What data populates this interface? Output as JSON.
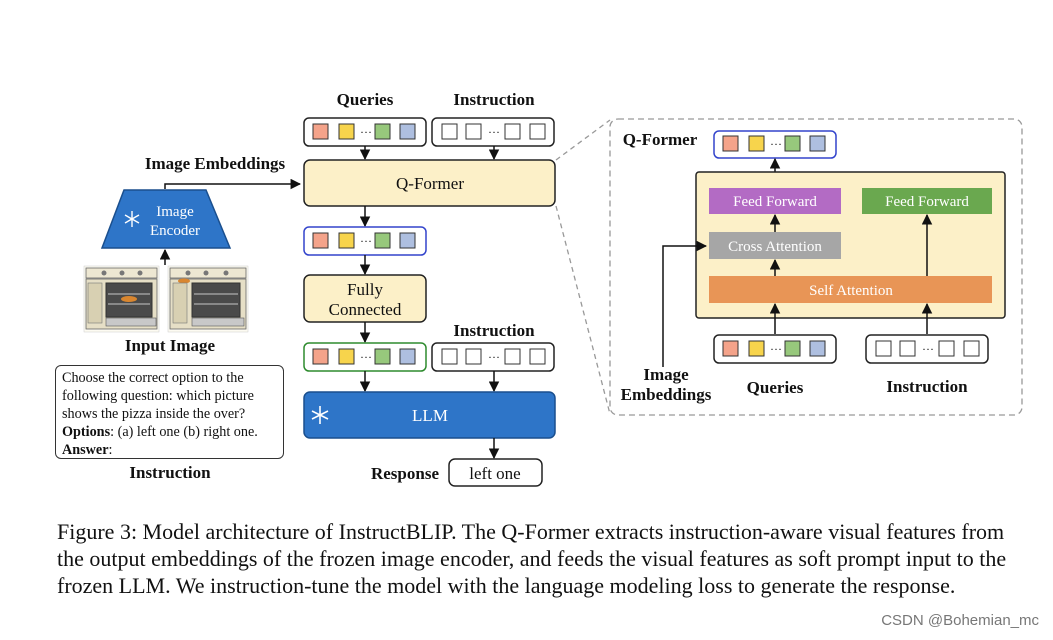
{
  "diagram": {
    "left": {
      "image_embeddings_label": "Image Embeddings",
      "encoder_line1": "Image",
      "encoder_line2": "Encoder",
      "input_image_label": "Input Image",
      "instruction_line1": "Choose the correct option to the",
      "instruction_line2": "following question: which picture",
      "instruction_line3": "shows the pizza inside the over?",
      "options_label": "Options",
      "options_text": ": (a) left one (b) right one.",
      "answer_label": "Answer",
      "answer_colon": ":",
      "instruction_label": "Instruction"
    },
    "center": {
      "queries_label": "Queries",
      "instruction_label_top": "Instruction",
      "qformer_label": "Q-Former",
      "fc_line1": "Fully",
      "fc_line2": "Connected",
      "instruction_label_mid": "Instruction",
      "llm_label": "LLM",
      "response_label": "Response",
      "response_value": "left one"
    },
    "right": {
      "title": "Q-Former",
      "feed_forward_left": "Feed Forward",
      "feed_forward_right": "Feed Forward",
      "cross_attention": "Cross Attention",
      "self_attention": "Self Attention",
      "image_emb_line1": "Image",
      "image_emb_line2": "Embeddings",
      "queries_label": "Queries",
      "instruction_label": "Instruction"
    },
    "token_colors": [
      "#f4a38a",
      "#f7d44c",
      "#97c87c",
      "#aebfe0"
    ],
    "colors": {
      "encoder_blue": "#2e75c8",
      "qformer_fill": "#fcf0c8",
      "feed_forward_purple": "#b36bc4",
      "feed_forward_green": "#6aa84f",
      "cross_attention_gray": "#a6a6a6",
      "self_attention_orange": "#e89556"
    },
    "ellipsis": "···"
  },
  "caption": "Figure 3: Model architecture of InstructBLIP. The Q-Former extracts instruction-aware visual features from the output embeddings of the frozen image encoder, and feeds the visual features as soft prompt input to the frozen LLM. We instruction-tune the model with the language modeling loss to generate the response.",
  "watermark": "CSDN @Bohemian_mc"
}
